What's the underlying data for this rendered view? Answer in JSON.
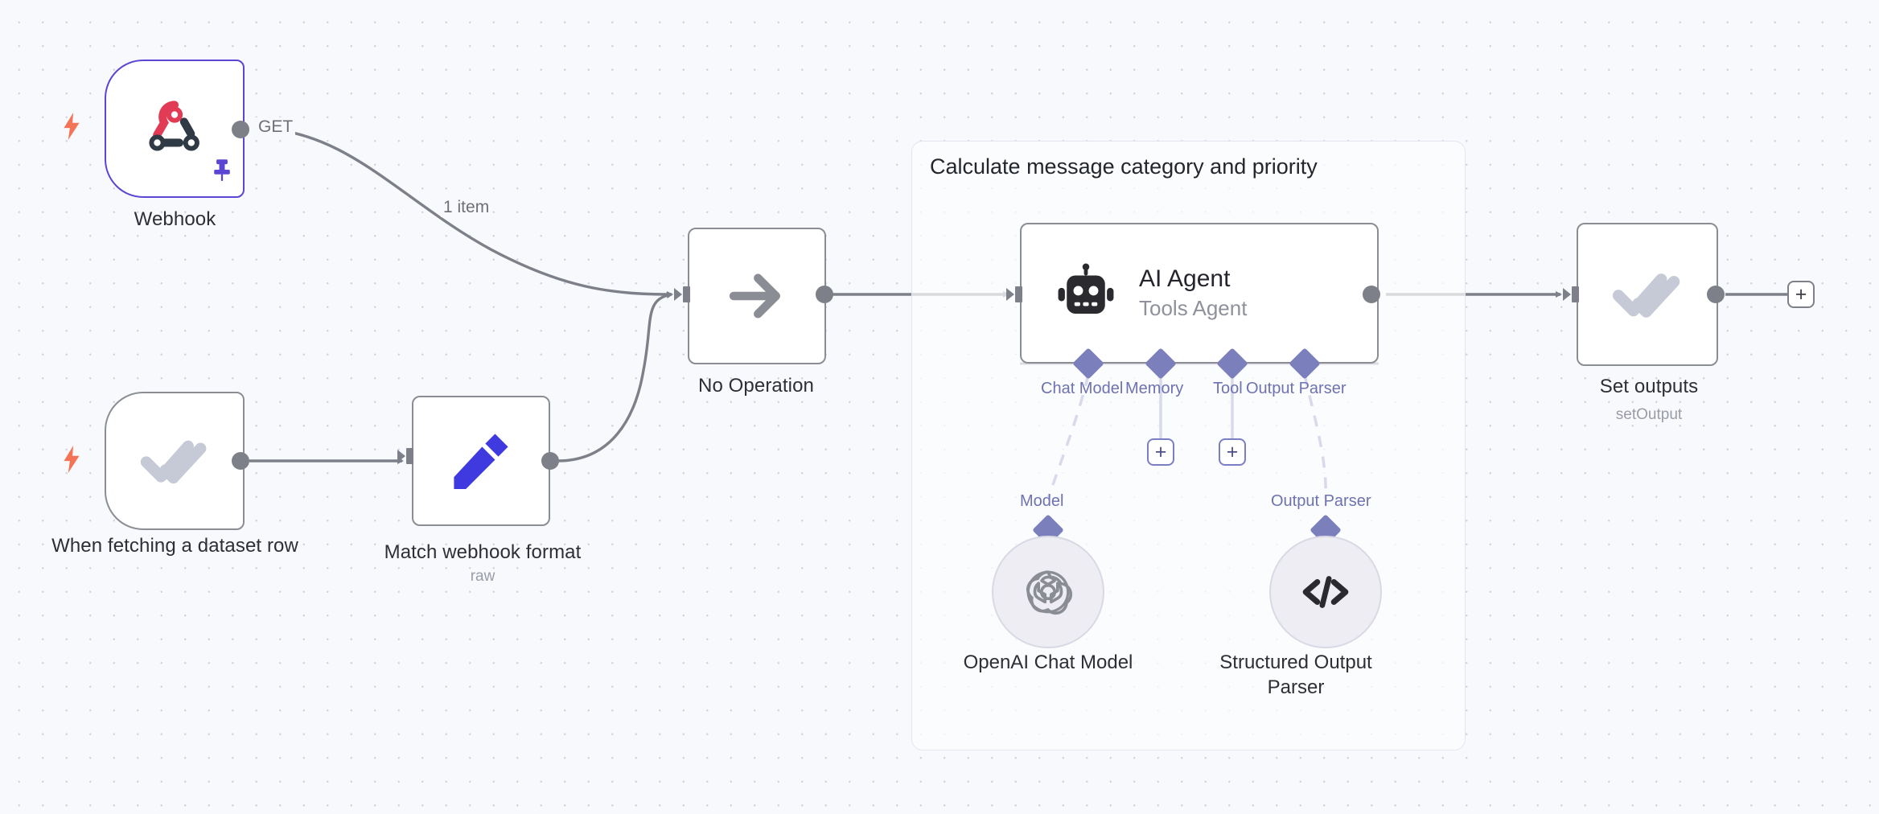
{
  "canvas": {
    "background_color": "#f8f9fc",
    "grid_dot_color": "#cfd3dd"
  },
  "workflow": {
    "group": {
      "title": "Calculate message category and priority",
      "border_color": "#e4e6ef"
    },
    "nodes": [
      {
        "id": "webhook",
        "name": "Webhook",
        "subtitle": "",
        "type": "trigger",
        "icon": "webhook-icon",
        "accent_color": "#5b45d4",
        "pinned": true,
        "output_label": "GET"
      },
      {
        "id": "when-fetching-dataset-row",
        "name": "When fetching a dataset row",
        "subtitle": "",
        "type": "trigger",
        "icon": "double-check-icon",
        "accent_color": "#c6cad6"
      },
      {
        "id": "match-webhook-format",
        "name": "Match webhook format",
        "subtitle": "raw",
        "type": "action",
        "icon": "pencil-icon",
        "accent_color": "#3f3ae0"
      },
      {
        "id": "no-operation",
        "name": "No Operation",
        "subtitle": "",
        "type": "action",
        "icon": "arrow-right-icon",
        "accent_color": "#8a8e94"
      },
      {
        "id": "ai-agent",
        "name": "AI Agent",
        "subtitle": "Tools Agent",
        "type": "agent",
        "icon": "robot-icon",
        "accent_color": "#2b2b2f"
      },
      {
        "id": "set-outputs",
        "name": "Set outputs",
        "subtitle": "setOutput",
        "type": "action",
        "icon": "double-check-icon",
        "accent_color": "#c6cad6",
        "selected": true
      },
      {
        "id": "openai-chat-model",
        "name": "OpenAI Chat Model",
        "subtitle": "",
        "type": "sub-node",
        "icon": "openai-icon",
        "connector_label": "Model"
      },
      {
        "id": "structured-output-parser",
        "name": "Structured Output\nParser",
        "subtitle": "",
        "type": "sub-node",
        "icon": "code-brackets-icon",
        "connector_label": "Output Parser"
      }
    ],
    "agent_connectors": [
      {
        "label": "Chat Model",
        "has_add_button": false
      },
      {
        "label": "Memory",
        "has_add_button": true
      },
      {
        "label": "Tool",
        "has_add_button": true
      },
      {
        "label": "Output Parser",
        "has_add_button": false
      }
    ],
    "edges": [
      {
        "from": "webhook",
        "to": "no-operation",
        "label": "GET",
        "count_label": "1 item"
      },
      {
        "from": "when-fetching-dataset-row",
        "to": "match-webhook-format",
        "label": ""
      },
      {
        "from": "match-webhook-format",
        "to": "no-operation",
        "label": ""
      },
      {
        "from": "no-operation",
        "to": "ai-agent",
        "label": ""
      },
      {
        "from": "ai-agent",
        "to": "set-outputs",
        "label": ""
      }
    ],
    "add_node_button": {
      "label": "+"
    }
  }
}
